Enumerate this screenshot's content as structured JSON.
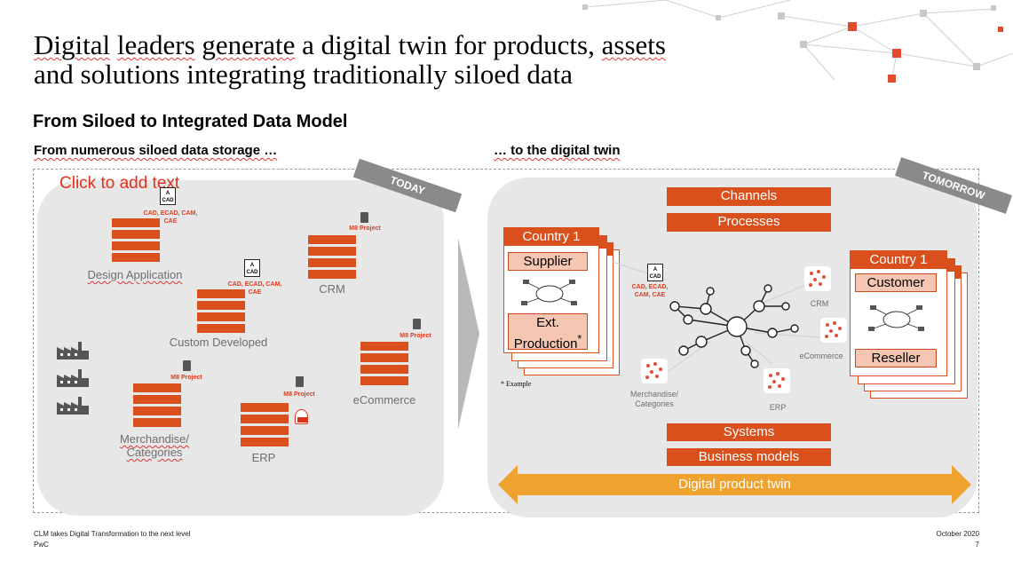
{
  "title": {
    "line1_parts": [
      "Digital",
      "leaders",
      "generate",
      "a digital twin for products,",
      "assets"
    ],
    "line1": "Digital leaders generate a digital twin for products, assets",
    "line2": "and solutions integrating traditionally siloed data"
  },
  "subtitle": "From Siloed to Integrated Data Model",
  "left_heading": "From numerous siloed data storage …",
  "right_heading": "… to the digital twin",
  "placeholder": "Click to add text",
  "ribbons": {
    "today": "TODAY",
    "tomorrow": "TOMORROW"
  },
  "today": {
    "cad_label": "CAD, ECAD, CAM, CAE",
    "cad_icon_text": "CAD",
    "project_label": "M8 Project",
    "pdf_text": "PDF",
    "systems": {
      "design": "Design Application",
      "custom": "Custom Developed",
      "crm": "CRM",
      "ecommerce": "eCommerce",
      "merch": "Merchandise/ Categories",
      "erp": "ERP"
    }
  },
  "tomorrow": {
    "top_boxes": [
      "Channels",
      "Processes"
    ],
    "bottom_boxes": [
      "Systems",
      "Business models"
    ],
    "left_card": {
      "head": "Country 1",
      "box1": "Supplier",
      "box2_line1": "Ext.",
      "box2_line2": "Production",
      "star": "*"
    },
    "right_card": {
      "head": "Country 1",
      "box1": "Customer",
      "box2": "Reseller"
    },
    "cad_label": "CAD, ECAD, CAM, CAE",
    "crm": "CRM",
    "ecommerce": "eCommerce",
    "merch": "Merchandise/ Categories",
    "erp": "ERP",
    "example": "* Example",
    "twin_arrow": "Digital product twin"
  },
  "footer": {
    "left_line1": "CLM takes Digital Transformation to the next level",
    "left_line2": "PwC",
    "right_line1": "October 2020",
    "right_line2": "7"
  },
  "colors": {
    "accent": "#d9501d",
    "arrow": "#f0a22e",
    "panel": "#e7e7e7",
    "ribbon": "#8a8a8a"
  }
}
